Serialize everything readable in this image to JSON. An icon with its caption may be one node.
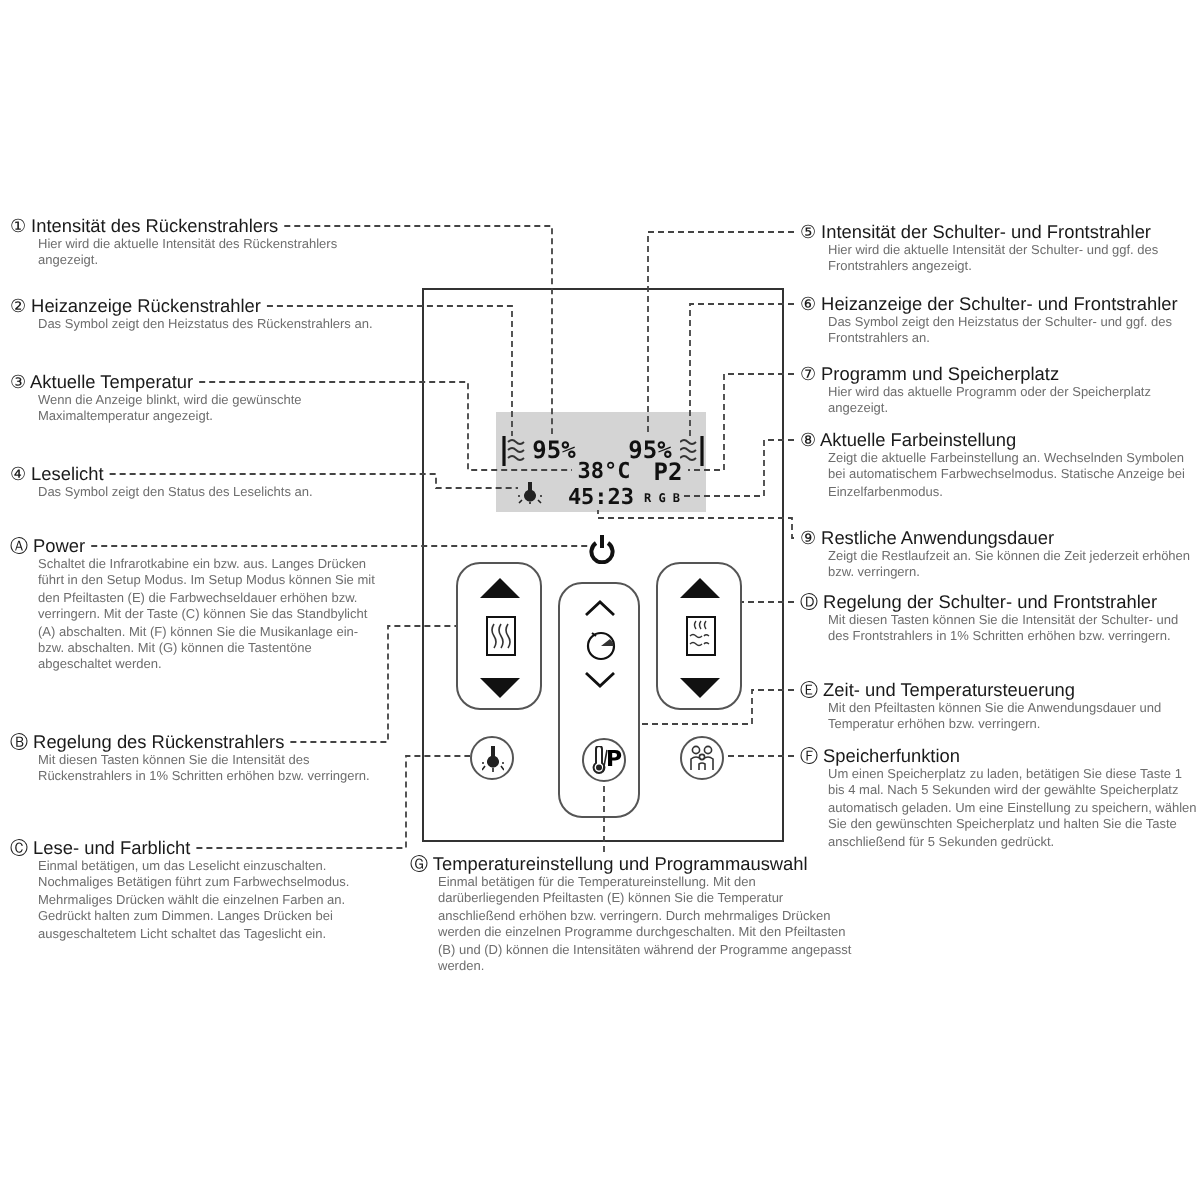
{
  "diagram": {
    "nodes": [
      {
        "text": [],
        "shape": "box"
      },
      {
        "text": [],
        "shape": "box",
        "in": 0
      },
      {
        "text": [],
        "shape": "picture",
        "in": 1
      },
      {
        "text": [
          "95%"
        ],
        "in": 1
      },
      {
        "text": [
          "95%"
        ],
        "in": 1
      },
      {
        "text": [],
        "shape": "picture",
        "in": 1
      },
      {
        "text": [],
        "shape": "picture",
        "in": 1
      },
      {
        "text": [
          "38°C"
        ],
        "in": 1
      },
      {
        "text": [
          "P2"
        ],
        "in": 1
      },
      {
        "text": [
          "45:23"
        ],
        "in": 1
      },
      {
        "text": [
          "R G B"
        ],
        "in": 1
      },
      {
        "text": [],
        "shape": "picture",
        "in": 0
      },
      {
        "text": [],
        "shape": "box",
        "in": 0
      },
      {
        "text": [],
        "shape": "box",
        "in": 0
      },
      {
        "text": [],
        "shape": "box",
        "in": 0
      },
      {
        "text": [],
        "shape": "circle",
        "in": 0
      },
      {
        "text": [
          "P"
        ],
        "in": 13
      },
      {
        "text": [],
        "shape": "circle",
        "in": 0
      },
      {
        "text": [
          "① Intensität des Rückenstrahlers",
          "Hier wird die aktuelle Intensität des Rückenstrahlers angezeigt."
        ]
      },
      {
        "text": [
          "② Heizanzeige Rückenstrahler",
          "Das Symbol zeigt den Heizstatus des Rückenstrahlers an."
        ]
      },
      {
        "text": [
          "③ Aktuelle Temperatur",
          "Wenn die Anzeige blinkt, wird die gewünschte Maximaltemperatur angezeigt."
        ]
      },
      {
        "text": [
          "④ Leselicht",
          "Das Symbol zeigt den Status des Leselichts an."
        ]
      },
      {
        "text": [
          "Ⓐ Power",
          "Schaltet die Infrarotkabine ein bzw. aus. Langes Drücken führt in den Setup Modus. Im Setup Modus können Sie mit den Pfeiltasten (E) die Farbwechseldauer erhöhen bzw. verringern. Mit der Taste (C) können Sie das Standbylicht (A) abschalten. Mit (F) können Sie die Musikanlage ein- bzw. abschalten. Mit (G) können die Tastentöne abgeschaltet werden."
        ]
      },
      {
        "text": [
          "Ⓑ Regelung des Rückenstrahlers",
          "Mit diesen Tasten können Sie die Intensität des Rückenstrahlers in 1% Schritten erhöhen bzw. verringern."
        ]
      },
      {
        "text": [
          "Ⓒ Lese- und Farblicht",
          "Einmal betätigen, um das Leselicht einzuschalten. Nochmaliges Betätigen führt zum Farbwechselmodus. Mehrmaliges Drücken wählt die einzelnen Farben an. Gedrückt halten zum Dimmen. Langes Drücken bei ausgeschaltetem Licht schaltet das Tageslicht ein."
        ]
      },
      {
        "text": [
          "⑤ Intensität der Schulter- und Frontstrahler",
          "Hier wird die aktuelle Intensität der Schulter- und ggf. des Frontstrahlers angezeigt."
        ]
      },
      {
        "text": [
          "⑥ Heizanzeige der Schulter- und Frontstrahler",
          "Das Symbol zeigt den Heizstatus der Schulter- und ggf. des Frontstrahlers an."
        ]
      },
      {
        "text": [
          "⑦ Programm und Speicherplatz",
          "Hier wird das aktuelle Programm oder der Speicherplatz angezeigt."
        ]
      },
      {
        "text": [
          "⑧ Aktuelle Farbeinstellung",
          "Zeigt die aktuelle Farbeinstellung an. Wechselnden Symbolen bei automatischem Farbwechselmodus. Statische Anzeige bei Einzelfarbenmodus."
        ]
      },
      {
        "text": [
          "⑨ Restliche Anwendungsdauer",
          "Zeigt die Restlaufzeit an. Sie können die Zeit jederzeit erhöhen bzw. verringern."
        ]
      },
      {
        "text": [
          "Ⓓ Regelung der Schulter- und Frontstrahler",
          "Mit diesen Tasten können Sie die Intensität der Schulter- und des Frontstrahlers in 1% Schritten erhöhen bzw. verringern."
        ]
      },
      {
        "text": [
          "Ⓔ Zeit- und Temperatursteuerung",
          "Mit den Pfeiltasten können Sie die Anwendungsdauer und Temperatur erhöhen bzw. verringern."
        ]
      },
      {
        "text": [
          "Ⓕ Speicherfunktion",
          "Um einen Speicherplatz zu laden, betätigen Sie diese Taste 1 bis 4 mal. Nach 5 Sekunden wird der gewählte Speicherplatz automatisch geladen. Um eine Einstellung zu speichern, wählen Sie den gewünschten Speicherplatz und halten Sie die Taste anschließend für 5 Sekunden gedrückt."
        ]
      },
      {
        "text": [
          "Ⓖ Temperatureinstellung und Programmauswahl",
          "Einmal betätigen für die Temperatureinstellung. Mit den darüberliegenden Pfeiltasten (E) können Sie die Temperatur anschließend erhöhen bzw. verringern. Durch mehrmaliges Drücken werden die einzelnen Programme durchgeschalten. Mit den Pfeiltasten (B) und (D) können die Intensitäten während der Programme angepasst werden."
        ]
      }
    ],
    "edges": [
      {
        "from": 18,
        "to": 3,
        "arrow": "none",
        "style": "dashed"
      },
      {
        "from": 19,
        "to": 2,
        "arrow": "none",
        "style": "dashed"
      },
      {
        "from": 20,
        "to": 7,
        "arrow": "none",
        "style": "dashed"
      },
      {
        "from": 21,
        "to": 6,
        "arrow": "none",
        "style": "dashed"
      },
      {
        "from": 22,
        "to": 11,
        "arrow": "none",
        "style": "dashed"
      },
      {
        "from": 23,
        "to": 12,
        "arrow": "none",
        "style": "dashed"
      },
      {
        "from": 24,
        "to": 15,
        "arrow": "none",
        "style": "dashed"
      },
      {
        "from": 25,
        "to": 4,
        "arrow": "none",
        "style": "dashed"
      },
      {
        "from": 26,
        "to": 5,
        "arrow": "none",
        "style": "dashed"
      },
      {
        "from": 27,
        "to": 8,
        "arrow": "none",
        "style": "dashed"
      },
      {
        "from": 28,
        "to": 10,
        "arrow": "none",
        "style": "dashed"
      },
      {
        "from": 29,
        "to": 9,
        "arrow": "none",
        "style": "dashed"
      },
      {
        "from": 30,
        "to": 14,
        "arrow": "none",
        "style": "dashed"
      },
      {
        "from": 31,
        "to": 13,
        "arrow": "none",
        "style": "dashed"
      },
      {
        "from": 32,
        "to": 17,
        "arrow": "none",
        "style": "dashed"
      },
      {
        "from": 33,
        "to": 16,
        "arrow": "none",
        "style": "dashed"
      }
    ]
  }
}
